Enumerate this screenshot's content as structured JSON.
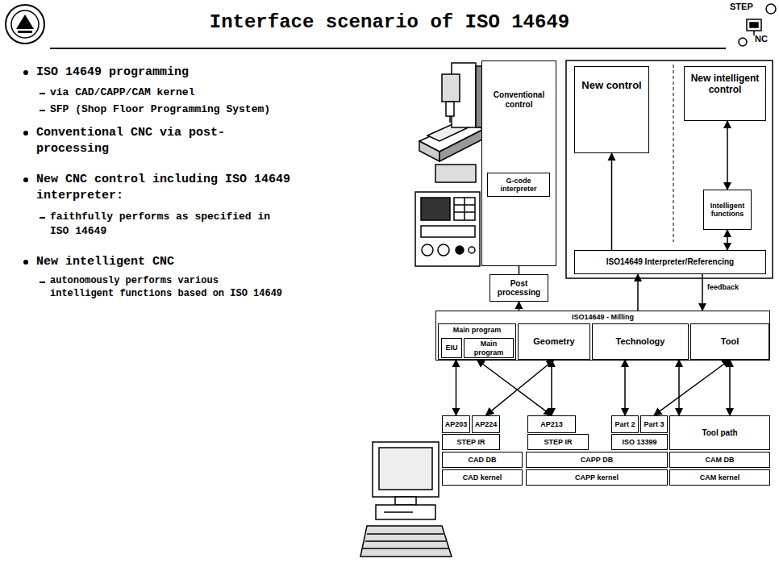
{
  "diagram": {
    "title": "Interface scenario of ISO 14649",
    "nodes": [
      {
        "text": [
          "Conventional control"
        ]
      },
      {
        "text": [
          "G-code interpreter"
        ],
        "in": 0
      },
      {
        "text": [
          "Post processing"
        ]
      },
      {
        "text": [
          "New control"
        ]
      },
      {
        "text": [
          "New intelligent control"
        ]
      },
      {
        "text": [
          "Intelligent functions"
        ]
      },
      {
        "text": [
          "ISO14649 Interpreter/Referencing"
        ]
      },
      {
        "text": [
          "ISO14649 - Milling"
        ]
      },
      {
        "text": [
          "Main program"
        ],
        "in": 7
      },
      {
        "text": [
          "EIU"
        ],
        "in": 8
      },
      {
        "text": [
          "Main program"
        ],
        "in": 8
      },
      {
        "text": [
          "Geometry"
        ],
        "in": 7
      },
      {
        "text": [
          "Technology"
        ],
        "in": 7
      },
      {
        "text": [
          "Tool"
        ],
        "in": 7
      },
      {
        "text": [
          "AP203"
        ]
      },
      {
        "text": [
          "AP224"
        ]
      },
      {
        "text": [
          "STEP IR"
        ]
      },
      {
        "text": [
          "CAD DB"
        ]
      },
      {
        "text": [
          "CAD kernel"
        ]
      },
      {
        "text": [
          "AP213"
        ]
      },
      {
        "text": [
          "Part 2"
        ]
      },
      {
        "text": [
          "Part 3"
        ]
      },
      {
        "text": [
          "STEP IR"
        ]
      },
      {
        "text": [
          "ISO 13399"
        ]
      },
      {
        "text": [
          "CAPP DB"
        ]
      },
      {
        "text": [
          "CAPP kernel"
        ]
      },
      {
        "text": [
          "Tool path"
        ]
      },
      {
        "text": [
          "CAM DB"
        ]
      },
      {
        "text": [
          "CAM kernel"
        ]
      }
    ],
    "edges": [
      {
        "from": 2,
        "to": 1,
        "arrow": "to"
      },
      {
        "from": 7,
        "to": 2,
        "arrow": "to"
      },
      {
        "from": 7,
        "to": 6,
        "arrow": "to"
      },
      {
        "from": 6,
        "to": 7,
        "arrow": "to",
        "label": "feedback"
      },
      {
        "from": 6,
        "to": 3,
        "arrow": "to"
      },
      {
        "from": 6,
        "to": 5,
        "arrow": "both"
      },
      {
        "from": 5,
        "to": 4,
        "arrow": "both"
      },
      {
        "from": 8,
        "to": 14,
        "arrow": "both"
      },
      {
        "from": 8,
        "to": 19,
        "arrow": "both"
      },
      {
        "from": 11,
        "to": 15,
        "arrow": "both"
      },
      {
        "from": 11,
        "to": 19,
        "arrow": "both"
      },
      {
        "from": 12,
        "to": 20,
        "arrow": "both"
      },
      {
        "from": 12,
        "to": 26,
        "arrow": "both"
      },
      {
        "from": 13,
        "to": 21,
        "arrow": "both"
      },
      {
        "from": 13,
        "to": 26,
        "arrow": "both"
      }
    ],
    "labels": [
      "STEP",
      "NC",
      "ISO 14649 programming",
      "via CAD/CAPP/CAM kernel",
      "SFP (Shop Floor Programming System)",
      "Conventional CNC via post-processing",
      "New CNC control including ISO 14649 interpreter:",
      "faithfully performs as specified in ISO 14649",
      "New intelligent CNC",
      "autonomously performs various intelligent functions based on ISO 14649"
    ]
  }
}
